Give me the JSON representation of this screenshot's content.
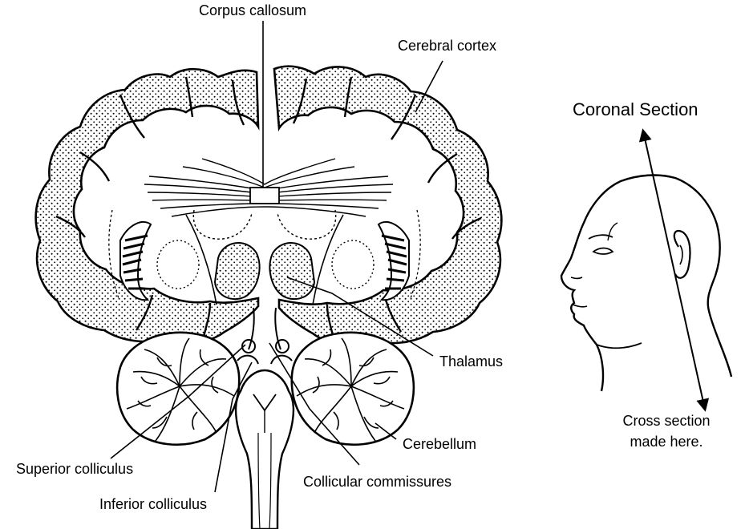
{
  "diagram": {
    "labels": {
      "corpus_callosum": "Corpus callosum",
      "cerebral_cortex": "Cerebral cortex",
      "thalamus": "Thalamus",
      "cerebellum": "Cerebellum",
      "superior_colliculus": "Superior colliculus",
      "inferior_colliculus": "Inferior colliculus",
      "collicular_commissures": "Collicular commissures"
    },
    "inset": {
      "title": "Coronal Section",
      "caption_line1": "Cross section",
      "caption_line2": "made here."
    }
  },
  "colors": {
    "ink": "#000000",
    "paper": "#ffffff"
  }
}
